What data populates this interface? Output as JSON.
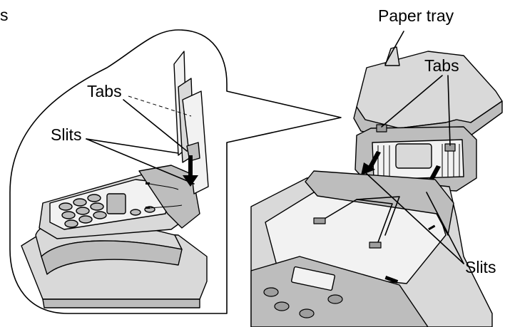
{
  "labels": {
    "top_left_fragment": "s",
    "paper_tray": "Paper tray",
    "tabs_right": "Tabs",
    "tabs_left": "Tabs",
    "slits_left": "Slits",
    "slits_right": "Slits"
  },
  "colors": {
    "ink": "#000000",
    "light_gray": "#d9d9d9",
    "mid_gray": "#bdbdbd",
    "dark_gray": "#9e9e9e"
  }
}
